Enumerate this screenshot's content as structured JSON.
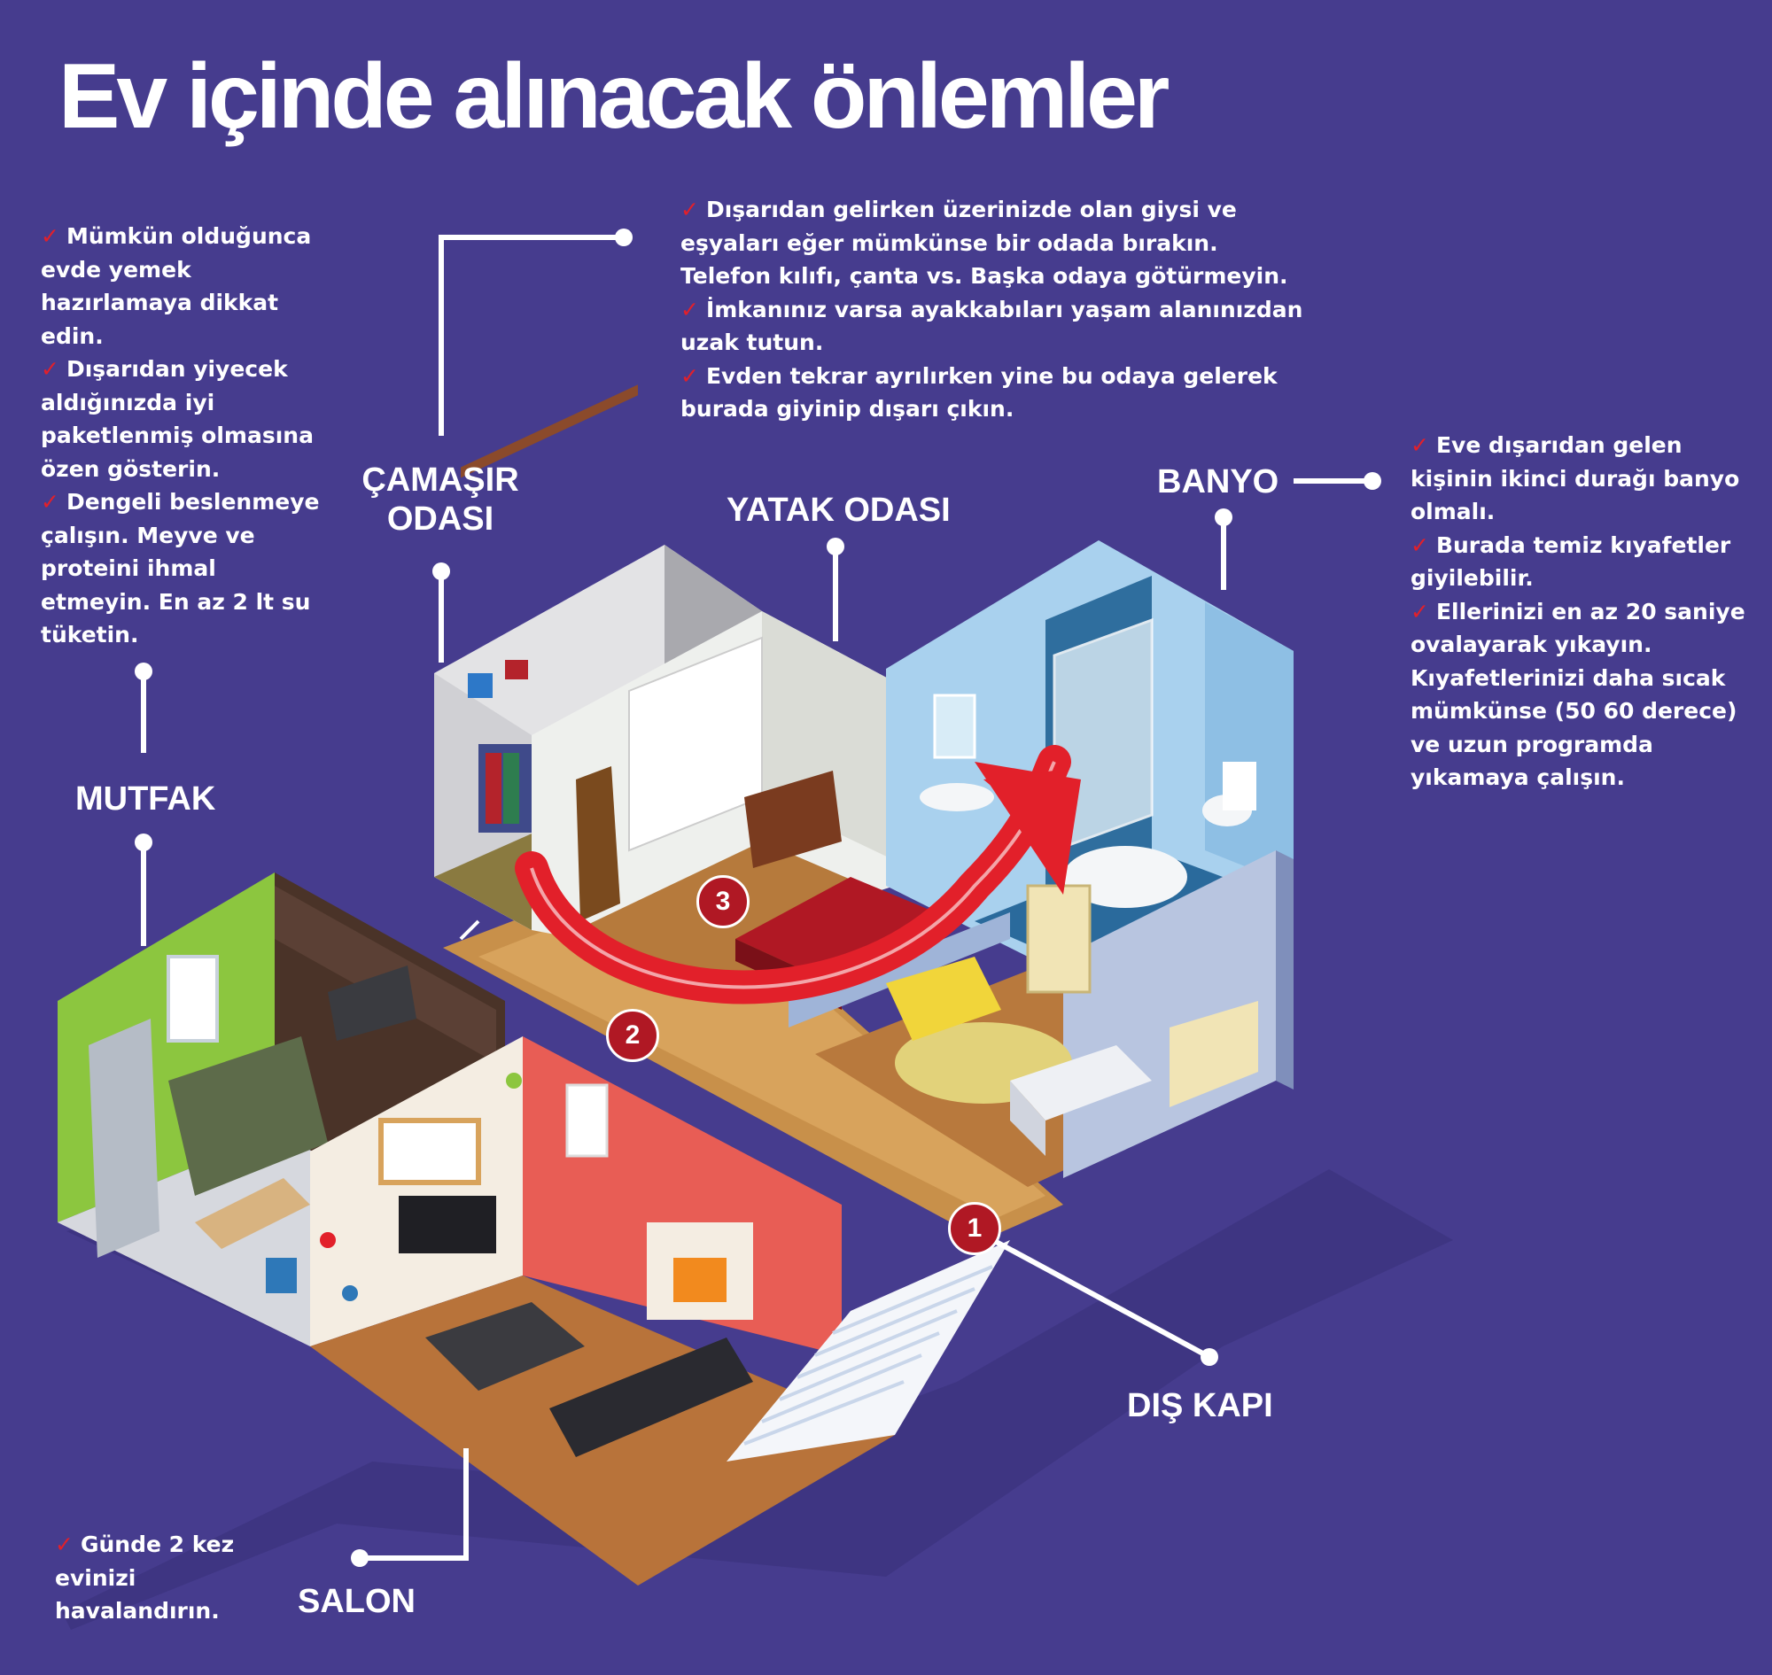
{
  "title": "Ev içinde alınacak önlemler",
  "colors": {
    "background": "#463c8e",
    "accent_red": "#e2202a",
    "step_badge": "#b01824",
    "text": "#ffffff"
  },
  "kitchen_tips": [
    "Mümkün olduğunca evde yemek hazırlamaya dikkat edin.",
    "Dışarıdan yiyecek aldığınızda iyi paketlenmiş olmasına özen gösterin.",
    "Dengeli beslenmeye çalışın. Meyve ve proteini ihmal etmeyin. En az 2 lt su tüketin."
  ],
  "laundry_tips": [
    "Dışarıdan gelirken üzerinizde olan giysi ve eşyaları eğer mümkünse bir odada bırakın. Telefon kılıfı, çanta vs. Başka odaya götürmeyin.",
    "İmkanınız varsa ayakkabıları yaşam alanınızdan uzak tutun.",
    "Evden tekrar ayrılırken yine bu odaya gelerek burada giyinip dışarı çıkın."
  ],
  "bathroom_tips": [
    "Eve dışarıdan gelen kişinin ikinci durağı banyo olmalı.",
    "Burada temiz kıyafetler giyilebilir.",
    "Ellerinizi en az 20 saniye ovalayarak yıkayın. Kıyafetlerinizi daha sıcak mümkünse (50 60 derece) ve uzun programda yıkamaya çalışın."
  ],
  "salon_tips": [
    "Günde 2 kez evinizi havalandırın."
  ],
  "rooms": {
    "laundry": "ÇAMAŞIR ODASI",
    "bedroom": "YATAK ODASI",
    "bathroom": "BANYO",
    "kitchen": "MUTFAK",
    "living": "SALON",
    "door": "DIŞ KAPI"
  },
  "steps": [
    "1",
    "2",
    "3"
  ],
  "icons": {
    "tick": "✓"
  }
}
